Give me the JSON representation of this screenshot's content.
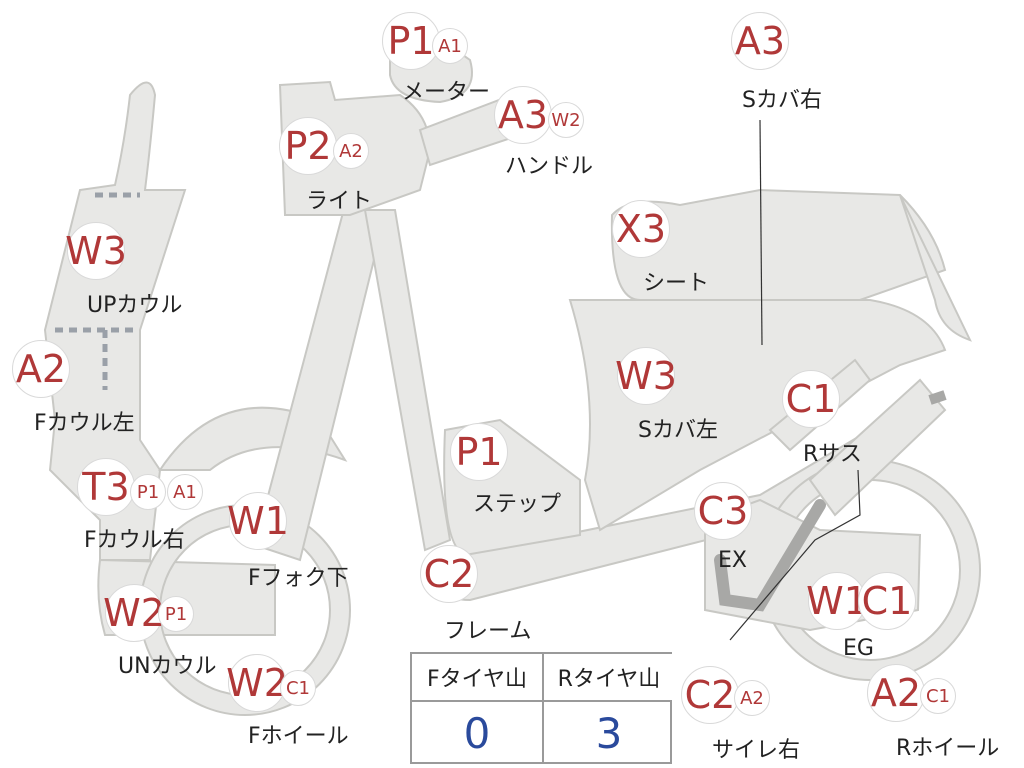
{
  "parts": [
    {
      "id": "meter",
      "label": "メーター",
      "codes": [
        "P1",
        "A1"
      ]
    },
    {
      "id": "light",
      "label": "ライト",
      "codes": [
        "P2",
        "A2"
      ]
    },
    {
      "id": "handle",
      "label": "ハンドル",
      "codes": [
        "A3",
        "W2"
      ]
    },
    {
      "id": "scover-right",
      "label": "Sカバ右",
      "codes": [
        "A3"
      ]
    },
    {
      "id": "seat",
      "label": "シート",
      "codes": [
        "X3"
      ]
    },
    {
      "id": "scover-left",
      "label": "Sカバ左",
      "codes": [
        "W3"
      ]
    },
    {
      "id": "up-cowl",
      "label": "UPカウル",
      "codes": [
        "W3"
      ]
    },
    {
      "id": "f-cowl-left",
      "label": "Fカウル左",
      "codes": [
        "A2"
      ]
    },
    {
      "id": "f-cowl-right",
      "label": "Fカウル右",
      "codes": [
        "T3",
        "P1",
        "A1"
      ]
    },
    {
      "id": "f-fork-lower",
      "label": "Fフォク下",
      "codes": [
        "W1"
      ]
    },
    {
      "id": "un-cowl",
      "label": "UNカウル",
      "codes": [
        "W2",
        "P1"
      ]
    },
    {
      "id": "f-wheel",
      "label": "Fホイール",
      "codes": [
        "W2",
        "C1"
      ]
    },
    {
      "id": "step",
      "label": "ステップ",
      "codes": [
        "P1"
      ]
    },
    {
      "id": "frame",
      "label": "フレーム",
      "codes": [
        "C2"
      ]
    },
    {
      "id": "r-sus",
      "label": "Rサス",
      "codes": [
        "C1"
      ]
    },
    {
      "id": "ex",
      "label": "EX",
      "codes": [
        "C3"
      ]
    },
    {
      "id": "eg",
      "label": "EG",
      "codes": [
        "W1",
        "C1"
      ]
    },
    {
      "id": "muffler-right",
      "label": "サイレ右",
      "codes": [
        "C2",
        "A2"
      ]
    },
    {
      "id": "r-wheel",
      "label": "Rホイール",
      "codes": [
        "A2",
        "C1"
      ]
    }
  ],
  "tire_table": {
    "headers": [
      "Fタイヤ山",
      "Rタイヤ山"
    ],
    "values": [
      "0",
      "3"
    ]
  }
}
